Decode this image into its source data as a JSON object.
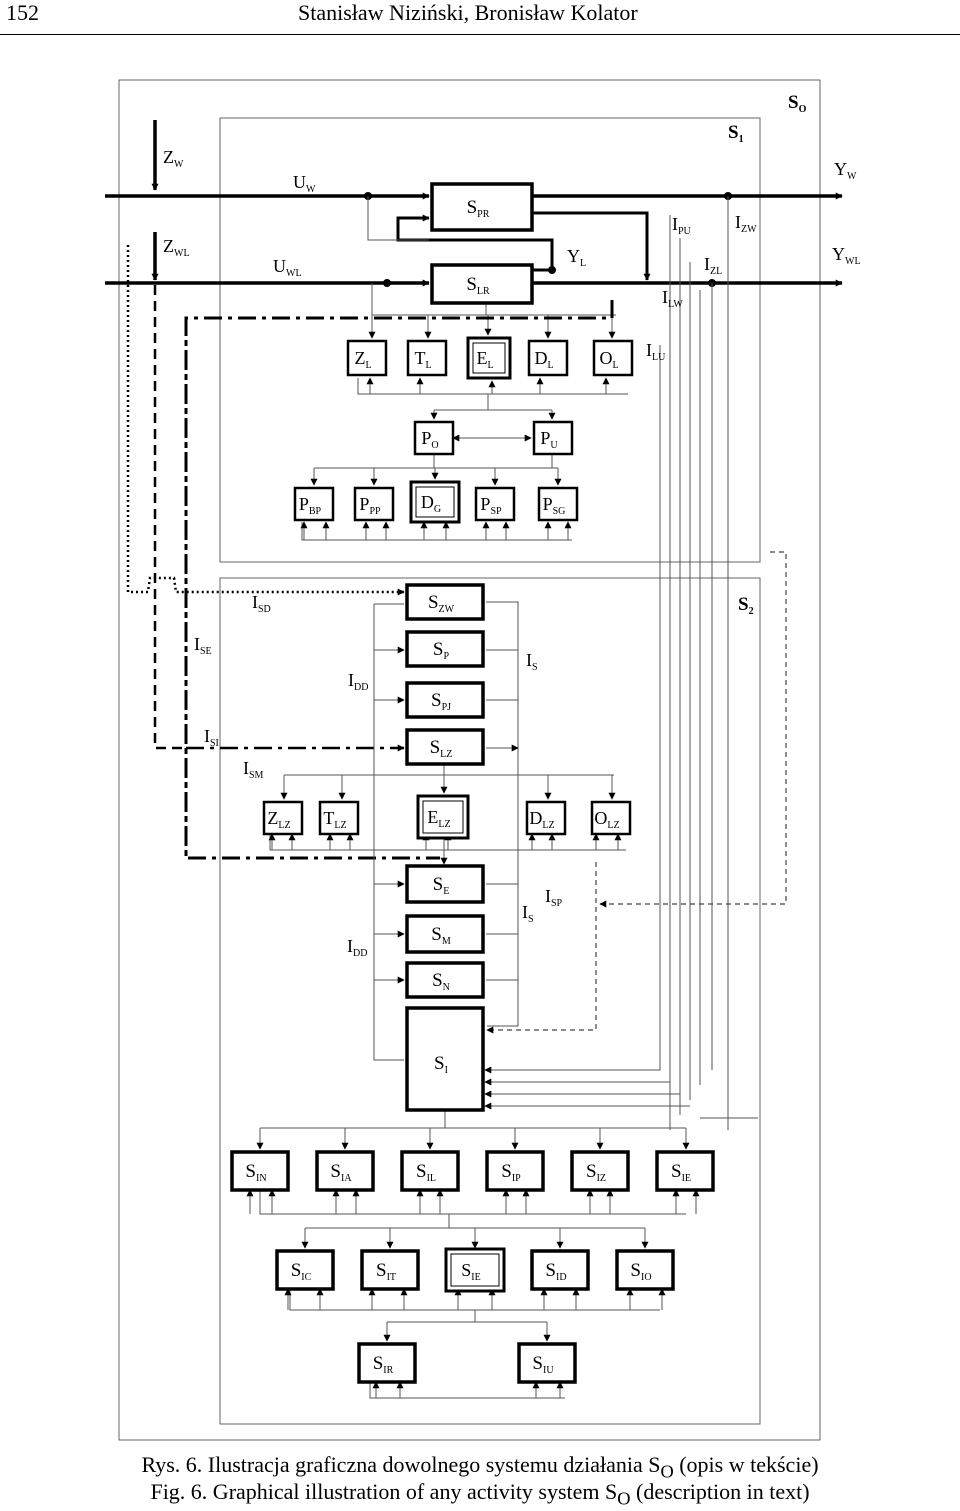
{
  "header": {
    "page_number": "152",
    "authors": "Stanisław Niziński, Bronisław Kolator"
  },
  "caption": {
    "pl_prefix": "Rys. 6. Ilustracja graficzna dowolnego systemu działania S",
    "pl_sub": "O",
    "pl_suffix": " (opis w tekście)",
    "en_prefix": "Fig. 6. Graphical illustration of any activity system S",
    "en_sub": "O",
    "en_suffix": " (description in text)"
  },
  "diagram": {
    "systems": [
      {
        "id": "so",
        "main": "S",
        "sub": "O"
      },
      {
        "id": "s1",
        "main": "S",
        "sub": "1"
      },
      {
        "id": "s2",
        "main": "S",
        "sub": "2"
      }
    ],
    "blocks": [
      {
        "id": "spr",
        "main": "S",
        "sub": "PR"
      },
      {
        "id": "slr",
        "main": "S",
        "sub": "LR"
      },
      {
        "id": "zl",
        "main": "Z",
        "sub": "L"
      },
      {
        "id": "tl",
        "main": "T",
        "sub": "L"
      },
      {
        "id": "el",
        "main": "E",
        "sub": "L"
      },
      {
        "id": "dl",
        "main": "D",
        "sub": "L"
      },
      {
        "id": "ol",
        "main": "O",
        "sub": "L"
      },
      {
        "id": "po",
        "main": "P",
        "sub": "O"
      },
      {
        "id": "pu",
        "main": "P",
        "sub": "U"
      },
      {
        "id": "pbp",
        "main": "P",
        "sub": "BP"
      },
      {
        "id": "ppp",
        "main": "P",
        "sub": "PP"
      },
      {
        "id": "dg",
        "main": "D",
        "sub": "G"
      },
      {
        "id": "psp",
        "main": "P",
        "sub": "SP"
      },
      {
        "id": "psg",
        "main": "P",
        "sub": "SG"
      },
      {
        "id": "szw",
        "main": "S",
        "sub": "ZW"
      },
      {
        "id": "sp",
        "main": "S",
        "sub": "P"
      },
      {
        "id": "spj",
        "main": "S",
        "sub": "PJ"
      },
      {
        "id": "slz",
        "main": "S",
        "sub": "LZ"
      },
      {
        "id": "zlz",
        "main": "Z",
        "sub": "LZ"
      },
      {
        "id": "tlz",
        "main": "T",
        "sub": "LZ"
      },
      {
        "id": "elz",
        "main": "E",
        "sub": "LZ"
      },
      {
        "id": "dlz",
        "main": "D",
        "sub": "LZ"
      },
      {
        "id": "olz",
        "main": "O",
        "sub": "LZ"
      },
      {
        "id": "se",
        "main": "S",
        "sub": "E"
      },
      {
        "id": "sm",
        "main": "S",
        "sub": "M"
      },
      {
        "id": "sn",
        "main": "S",
        "sub": "N"
      },
      {
        "id": "si",
        "main": "S",
        "sub": "I"
      },
      {
        "id": "sin",
        "main": "S",
        "sub": "IN"
      },
      {
        "id": "sia",
        "main": "S",
        "sub": "IA"
      },
      {
        "id": "sil",
        "main": "S",
        "sub": "IL"
      },
      {
        "id": "sip",
        "main": "S",
        "sub": "IP"
      },
      {
        "id": "siz",
        "main": "S",
        "sub": "IZ"
      },
      {
        "id": "sie1",
        "main": "S",
        "sub": "IE"
      },
      {
        "id": "sic",
        "main": "S",
        "sub": "IC"
      },
      {
        "id": "sit",
        "main": "S",
        "sub": "IT"
      },
      {
        "id": "sie2",
        "main": "S",
        "sub": "IE"
      },
      {
        "id": "sid",
        "main": "S",
        "sub": "ID"
      },
      {
        "id": "sio",
        "main": "S",
        "sub": "IO"
      },
      {
        "id": "sir",
        "main": "S",
        "sub": "IR"
      },
      {
        "id": "siu",
        "main": "S",
        "sub": "IU"
      }
    ],
    "labels": [
      {
        "id": "zw",
        "main": "Z",
        "sub": "W"
      },
      {
        "id": "zwl",
        "main": "Z",
        "sub": "WL"
      },
      {
        "id": "uw",
        "main": "U",
        "sub": "W"
      },
      {
        "id": "uwl",
        "main": "U",
        "sub": "WL"
      },
      {
        "id": "yw",
        "main": "Y",
        "sub": "W"
      },
      {
        "id": "ywl",
        "main": "Y",
        "sub": "WL"
      },
      {
        "id": "yl",
        "main": "Y",
        "sub": "L"
      },
      {
        "id": "ipu",
        "main": "I",
        "sub": "PU"
      },
      {
        "id": "izw",
        "main": "I",
        "sub": "ZW"
      },
      {
        "id": "izl",
        "main": "I",
        "sub": "ZL"
      },
      {
        "id": "ilw",
        "main": "I",
        "sub": "LW"
      },
      {
        "id": "ilu",
        "main": "I",
        "sub": "LU"
      },
      {
        "id": "isd",
        "main": "I",
        "sub": "SD"
      },
      {
        "id": "ise",
        "main": "I",
        "sub": "SE"
      },
      {
        "id": "idd1",
        "main": "I",
        "sub": "DD"
      },
      {
        "id": "is1",
        "main": "I",
        "sub": "S"
      },
      {
        "id": "isi",
        "main": "I",
        "sub": "SI"
      },
      {
        "id": "ism",
        "main": "I",
        "sub": "SM"
      },
      {
        "id": "isp",
        "main": "I",
        "sub": "SP"
      },
      {
        "id": "is2",
        "main": "I",
        "sub": "S"
      },
      {
        "id": "idd2",
        "main": "I",
        "sub": "DD"
      }
    ]
  }
}
